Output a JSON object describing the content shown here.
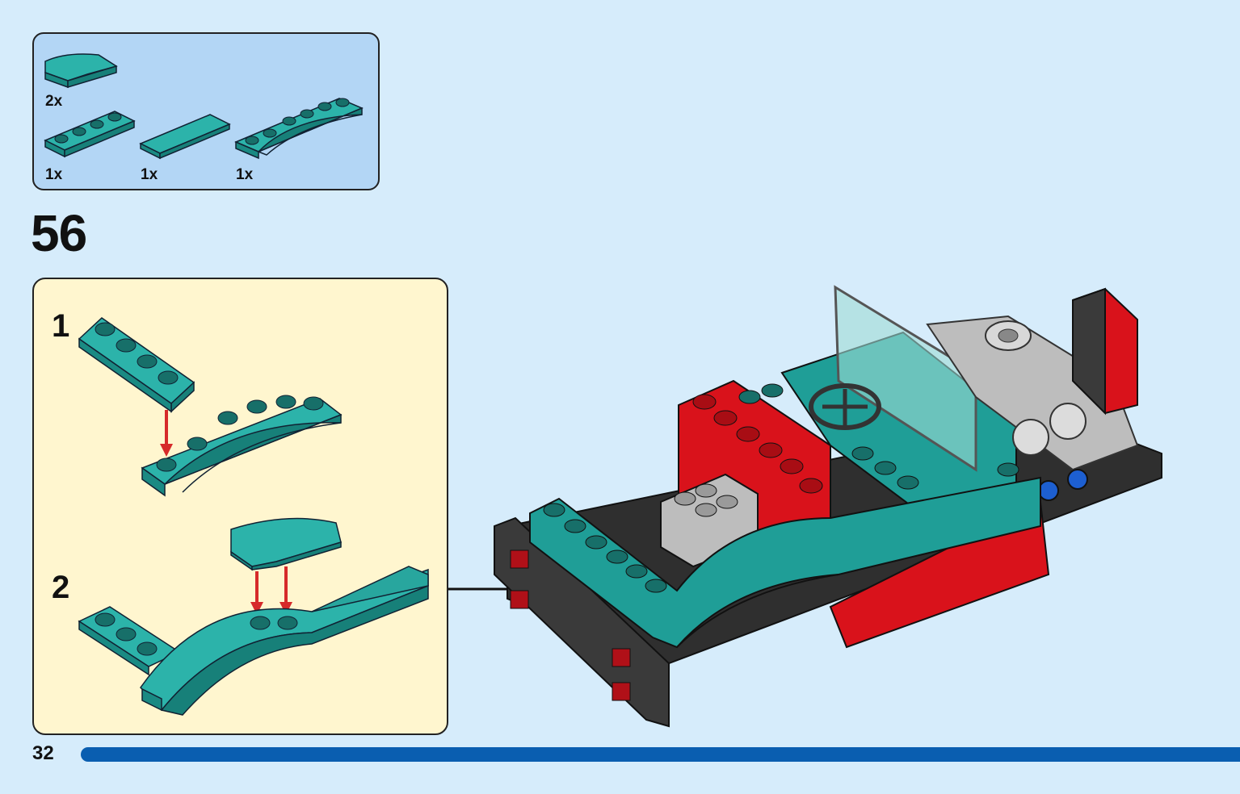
{
  "parts_list": {
    "items": [
      {
        "name": "curved-slope-2x2",
        "qty": "2x",
        "color": "#1f9e97"
      },
      {
        "name": "plate-1x4",
        "qty": "1x",
        "color": "#1f9e97"
      },
      {
        "name": "tile-1x4",
        "qty": "1x",
        "color": "#1f9e97"
      },
      {
        "name": "arch-plate-1x6",
        "qty": "1x",
        "color": "#1f9e97"
      }
    ]
  },
  "step": {
    "number": "56"
  },
  "substeps": [
    {
      "label": "1"
    },
    {
      "label": "2"
    }
  ],
  "page": {
    "number": "32"
  },
  "colors": {
    "background": "#d6ecfb",
    "parts_box": "#b3d6f5",
    "substep_box": "#fff6cf",
    "teal": "#1f9e97",
    "red": "#d9121b",
    "dark_grey": "#2f2f2f",
    "light_grey": "#bdbdbd",
    "arrow_red": "#d62a2a",
    "page_bar": "#0a5eb0"
  }
}
